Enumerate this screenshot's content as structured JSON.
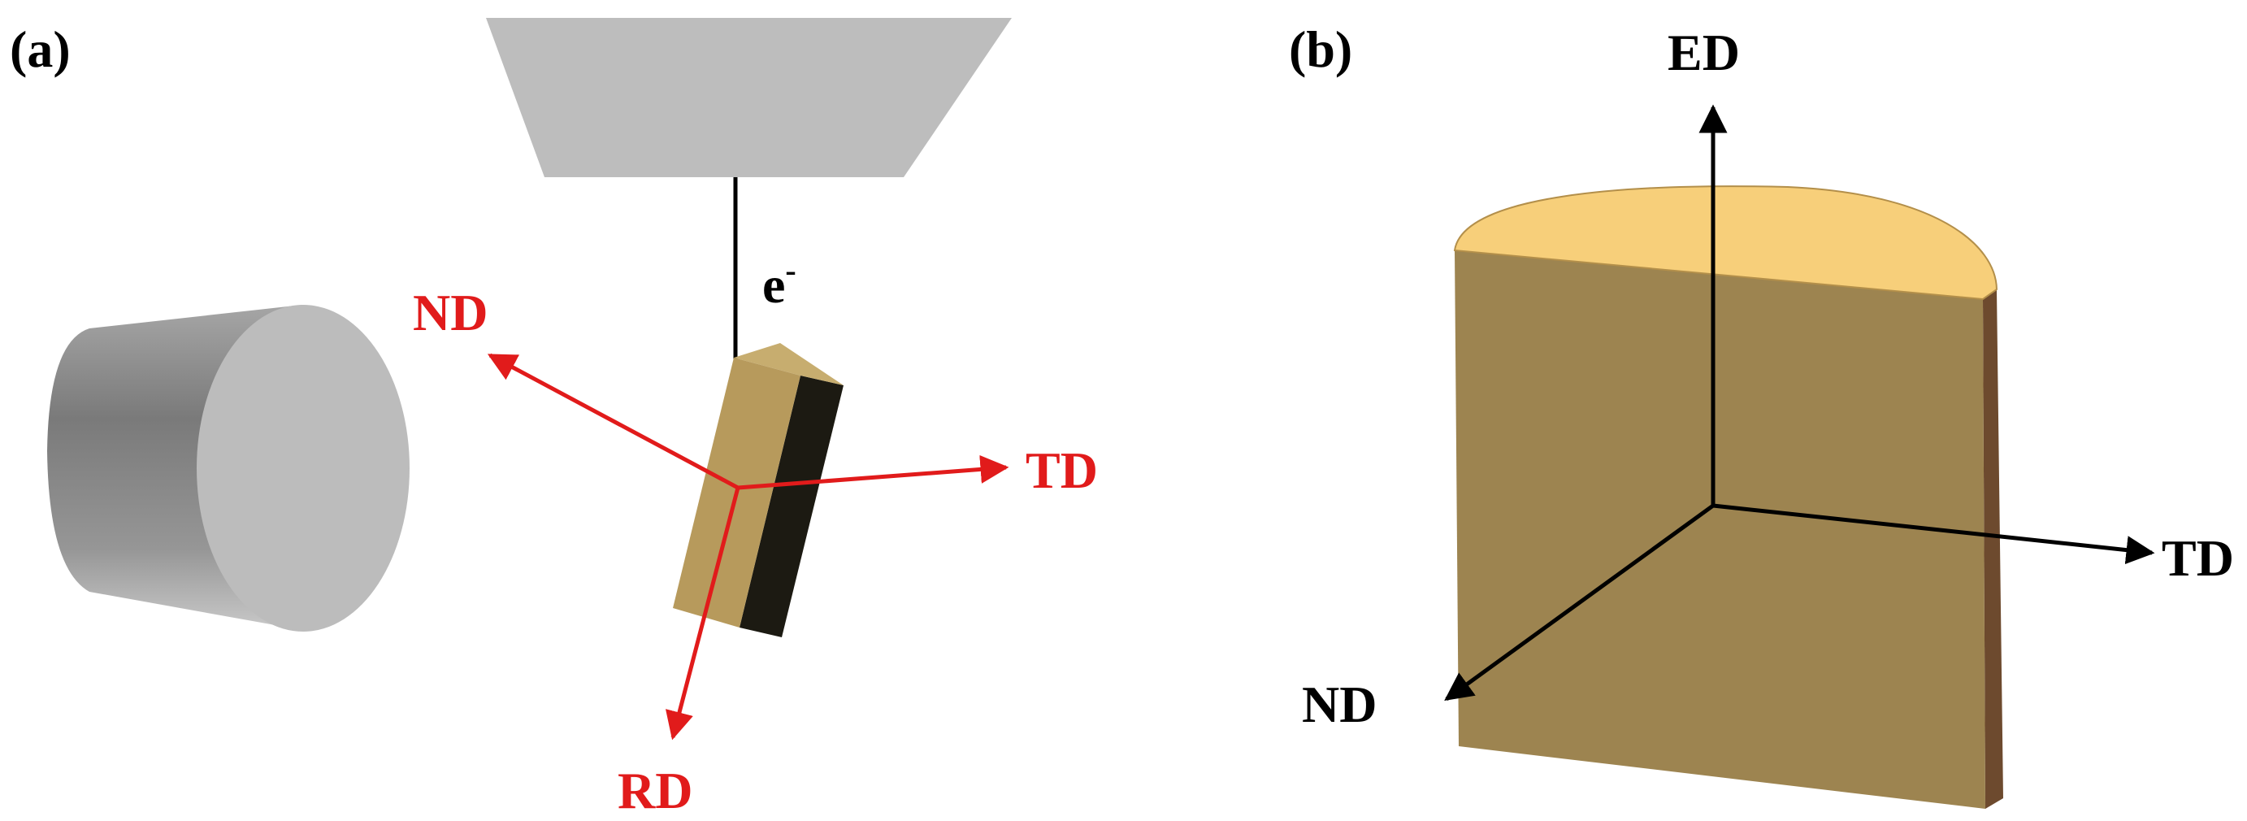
{
  "panel_a": {
    "label": "(a)",
    "electron": {
      "base": "e",
      "sup": "-"
    },
    "axes": {
      "nd": "ND",
      "td": "TD",
      "rd": "RD"
    }
  },
  "panel_b": {
    "label": "(b)",
    "axes": {
      "ed": "ED",
      "td": "TD",
      "nd": "ND"
    }
  },
  "colors": {
    "axis_red": "#e11b1b",
    "axis_black": "#000000",
    "pole_piece": "#bdbdbd",
    "sample_tan": "#b79a5c",
    "sample_dark": "#1c1a12",
    "cylinder_face": "#bcbcbc",
    "block_front": "#9d8450",
    "block_top": "#f7cf7a",
    "block_edge": "#6d4a2e"
  }
}
